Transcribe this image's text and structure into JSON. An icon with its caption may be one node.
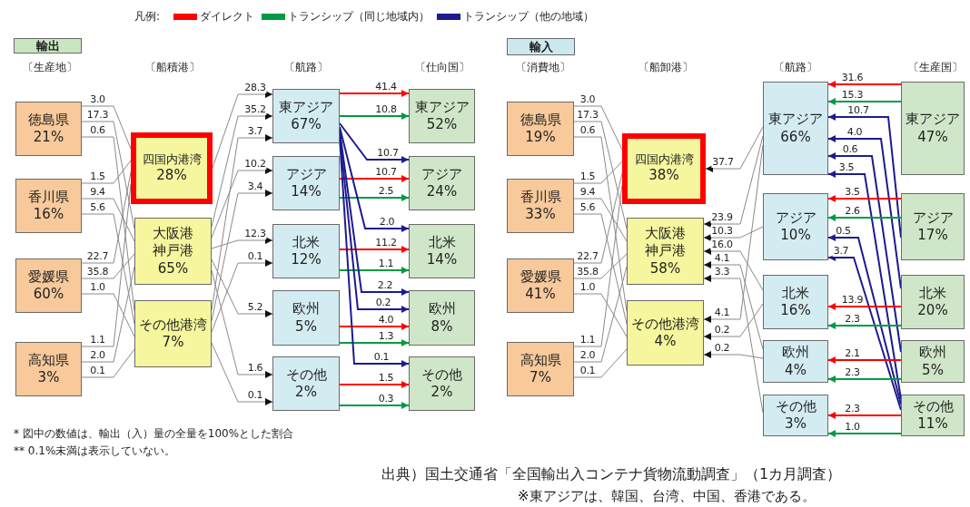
{
  "diagram": {
    "nodes": [
      {
        "text": [
          "輸出"
        ]
      },
      {
        "text": [
          "徳島県",
          "21%"
        ]
      },
      {
        "text": [
          "香川県",
          "16%"
        ]
      },
      {
        "text": [
          "愛媛県",
          "60%"
        ]
      },
      {
        "text": [
          "高知県",
          "3%"
        ]
      },
      {
        "text": [
          "四国内港湾",
          "28%"
        ]
      },
      {
        "text": [
          "大阪港",
          "神戸港",
          "65%"
        ]
      },
      {
        "text": [
          "その他港湾",
          "7%"
        ]
      },
      {
        "text": [
          "東アジア",
          "67%"
        ]
      },
      {
        "text": [
          "アジア",
          "14%"
        ]
      },
      {
        "text": [
          "北米",
          "12%"
        ]
      },
      {
        "text": [
          "欧州",
          "5%"
        ]
      },
      {
        "text": [
          "その他",
          "2%"
        ]
      },
      {
        "text": [
          "東アジア",
          "52%"
        ]
      },
      {
        "text": [
          "アジア",
          "24%"
        ]
      },
      {
        "text": [
          "北米",
          "14%"
        ]
      },
      {
        "text": [
          "欧州",
          "8%"
        ]
      },
      {
        "text": [
          "その他",
          "2%"
        ]
      },
      {
        "text": [
          "輸入"
        ]
      },
      {
        "text": [
          "徳島県",
          "19%"
        ]
      },
      {
        "text": [
          "香川県",
          "33%"
        ]
      },
      {
        "text": [
          "愛媛県",
          "41%"
        ]
      },
      {
        "text": [
          "高知県",
          "7%"
        ]
      },
      {
        "text": [
          "四国内港湾",
          "38%"
        ]
      },
      {
        "text": [
          "大阪港",
          "神戸港",
          "58%"
        ]
      },
      {
        "text": [
          "その他港湾",
          "4%"
        ]
      },
      {
        "text": [
          "東アジア",
          "66%"
        ]
      },
      {
        "text": [
          "アジア",
          "10%"
        ]
      },
      {
        "text": [
          "北米",
          "16%"
        ]
      },
      {
        "text": [
          "欧州",
          "4%"
        ]
      },
      {
        "text": [
          "その他",
          "3%"
        ]
      },
      {
        "text": [
          "東アジア",
          "47%"
        ]
      },
      {
        "text": [
          "アジア",
          "17%"
        ]
      },
      {
        "text": [
          "北米",
          "20%"
        ]
      },
      {
        "text": [
          "欧州",
          "5%"
        ]
      },
      {
        "text": [
          "その他",
          "11%"
        ]
      }
    ],
    "edges": [
      {
        "from": 1,
        "to": 5,
        "arrow": "none",
        "label": "3.0"
      },
      {
        "from": 1,
        "to": 6,
        "arrow": "none",
        "label": "17.3"
      },
      {
        "from": 1,
        "to": 7,
        "arrow": "none",
        "label": "0.6"
      },
      {
        "from": 2,
        "to": 5,
        "arrow": "none",
        "label": "1.5"
      },
      {
        "from": 2,
        "to": 6,
        "arrow": "none",
        "label": "9.4"
      },
      {
        "from": 2,
        "to": 7,
        "arrow": "none",
        "label": "5.6"
      },
      {
        "from": 3,
        "to": 5,
        "arrow": "none",
        "label": "22.7"
      },
      {
        "from": 3,
        "to": 6,
        "arrow": "none",
        "label": "35.8"
      },
      {
        "from": 3,
        "to": 7,
        "arrow": "none",
        "label": "1.0"
      },
      {
        "from": 4,
        "to": 5,
        "arrow": "none",
        "label": "1.1"
      },
      {
        "from": 4,
        "to": 6,
        "arrow": "none",
        "label": "2.0"
      },
      {
        "from": 4,
        "to": 7,
        "arrow": "none",
        "label": "0.1"
      },
      {
        "from": 5,
        "to": 8,
        "arrow": "to",
        "label": "28.3"
      },
      {
        "from": 6,
        "to": 8,
        "arrow": "to",
        "label": "35.2"
      },
      {
        "from": 7,
        "to": 8,
        "arrow": "to",
        "label": "3.7"
      },
      {
        "from": 6,
        "to": 9,
        "arrow": "to",
        "label": "10.2"
      },
      {
        "from": 7,
        "to": 9,
        "arrow": "to",
        "label": "3.4"
      },
      {
        "from": 6,
        "to": 10,
        "arrow": "to",
        "label": "12.3"
      },
      {
        "from": 7,
        "to": 10,
        "arrow": "to",
        "label": "0.1"
      },
      {
        "from": 6,
        "to": 11,
        "arrow": "to",
        "label": "5.2"
      },
      {
        "from": 6,
        "to": 12,
        "arrow": "to",
        "label": "1.6"
      },
      {
        "from": 7,
        "to": 12,
        "arrow": "to",
        "label": "0.1"
      },
      {
        "from": 8,
        "to": 13,
        "arrow": "to",
        "label": "41.4",
        "color": "#ff0000"
      },
      {
        "from": 8,
        "to": 13,
        "arrow": "to",
        "label": "10.8",
        "color": "#009a44"
      },
      {
        "from": 8,
        "to": 14,
        "arrow": "to",
        "label": "10.7",
        "color": "#1c1c8f"
      },
      {
        "from": 9,
        "to": 14,
        "arrow": "to",
        "label": "10.7",
        "color": "#ff0000"
      },
      {
        "from": 9,
        "to": 14,
        "arrow": "to",
        "label": "2.5",
        "color": "#009a44"
      },
      {
        "from": 8,
        "to": 15,
        "arrow": "to",
        "label": "2.0",
        "color": "#1c1c8f"
      },
      {
        "from": 10,
        "to": 15,
        "arrow": "to",
        "label": "11.2",
        "color": "#ff0000"
      },
      {
        "from": 10,
        "to": 15,
        "arrow": "to",
        "label": "1.1",
        "color": "#009a44"
      },
      {
        "from": 8,
        "to": 16,
        "arrow": "to",
        "label": "2.2",
        "color": "#1c1c8f"
      },
      {
        "from": 8,
        "to": 16,
        "arrow": "to",
        "label": "0.2",
        "color": "#1c1c8f"
      },
      {
        "from": 11,
        "to": 16,
        "arrow": "to",
        "label": "4.0",
        "color": "#ff0000"
      },
      {
        "from": 11,
        "to": 16,
        "arrow": "to",
        "label": "1.3",
        "color": "#009a44"
      },
      {
        "from": 8,
        "to": 17,
        "arrow": "to",
        "label": "0.1",
        "color": "#1c1c8f"
      },
      {
        "from": 12,
        "to": 17,
        "arrow": "to",
        "label": "1.5",
        "color": "#ff0000"
      },
      {
        "from": 12,
        "to": 17,
        "arrow": "to",
        "label": "0.3",
        "color": "#009a44"
      },
      {
        "from": 19,
        "to": 23,
        "arrow": "none",
        "label": "3.0"
      },
      {
        "from": 19,
        "to": 24,
        "arrow": "none",
        "label": "17.3"
      },
      {
        "from": 19,
        "to": 25,
        "arrow": "none",
        "label": "0.6"
      },
      {
        "from": 20,
        "to": 23,
        "arrow": "none",
        "label": "1.5"
      },
      {
        "from": 20,
        "to": 24,
        "arrow": "none",
        "label": "9.4"
      },
      {
        "from": 20,
        "to": 25,
        "arrow": "none",
        "label": "5.6"
      },
      {
        "from": 21,
        "to": 23,
        "arrow": "none",
        "label": "22.7"
      },
      {
        "from": 21,
        "to": 24,
        "arrow": "none",
        "label": "35.8"
      },
      {
        "from": 21,
        "to": 25,
        "arrow": "none",
        "label": "1.0"
      },
      {
        "from": 22,
        "to": 23,
        "arrow": "none",
        "label": "1.1"
      },
      {
        "from": 22,
        "to": 24,
        "arrow": "none",
        "label": "2.0"
      },
      {
        "from": 22,
        "to": 25,
        "arrow": "none",
        "label": "0.1"
      },
      {
        "from": 26,
        "to": 23,
        "arrow": "to",
        "label": "37.7"
      },
      {
        "from": 26,
        "to": 24,
        "arrow": "to",
        "label": "23.9"
      },
      {
        "from": 27,
        "to": 24,
        "arrow": "to",
        "label": "10.3"
      },
      {
        "from": 28,
        "to": 24,
        "arrow": "to",
        "label": "16.0"
      },
      {
        "from": 29,
        "to": 24,
        "arrow": "to",
        "label": "4.1"
      },
      {
        "from": 30,
        "to": 24,
        "arrow": "to",
        "label": "3.3"
      },
      {
        "from": 26,
        "to": 25,
        "arrow": "to",
        "label": "4.1"
      },
      {
        "from": 28,
        "to": 25,
        "arrow": "to",
        "label": "0.2"
      },
      {
        "from": 29,
        "to": 25,
        "arrow": "to",
        "label": "0.2"
      },
      {
        "from": 31,
        "to": 26,
        "arrow": "to",
        "label": "31.6",
        "color": "#ff0000"
      },
      {
        "from": 31,
        "to": 26,
        "arrow": "to",
        "label": "15.3",
        "color": "#009a44"
      },
      {
        "from": 32,
        "to": 26,
        "arrow": "to",
        "label": "10.7",
        "color": "#1c1c8f"
      },
      {
        "from": 33,
        "to": 26,
        "arrow": "to",
        "label": "4.0",
        "color": "#1c1c8f"
      },
      {
        "from": 34,
        "to": 26,
        "arrow": "to",
        "label": "0.6",
        "color": "#1c1c8f"
      },
      {
        "from": 35,
        "to": 26,
        "arrow": "to",
        "label": "3.5",
        "color": "#1c1c8f"
      },
      {
        "from": 32,
        "to": 27,
        "arrow": "to",
        "label": "3.5",
        "color": "#ff0000"
      },
      {
        "from": 32,
        "to": 27,
        "arrow": "to",
        "label": "2.6",
        "color": "#009a44"
      },
      {
        "from": 35,
        "to": 27,
        "arrow": "to",
        "label": "0.5",
        "color": "#1c1c8f"
      },
      {
        "from": 35,
        "to": 27,
        "arrow": "to",
        "label": "3.7",
        "color": "#1c1c8f"
      },
      {
        "from": 33,
        "to": 28,
        "arrow": "to",
        "label": "13.9",
        "color": "#ff0000"
      },
      {
        "from": 33,
        "to": 28,
        "arrow": "to",
        "label": "2.3",
        "color": "#009a44"
      },
      {
        "from": 34,
        "to": 29,
        "arrow": "to",
        "label": "2.1",
        "color": "#ff0000"
      },
      {
        "from": 34,
        "to": 29,
        "arrow": "to",
        "label": "2.3",
        "color": "#009a44"
      },
      {
        "from": 35,
        "to": 30,
        "arrow": "to",
        "label": "2.3",
        "color": "#ff0000"
      },
      {
        "from": 35,
        "to": 30,
        "arrow": "to",
        "label": "1.0",
        "color": "#009a44"
      }
    ],
    "labels": [
      "凡例:",
      "〔生産地〕",
      "〔船積港〕",
      "〔航路〕",
      "〔仕向国〕",
      "〔消費地〕",
      "〔船卸港〕",
      "〔航路〕",
      "〔生産国〕",
      "* 図中の数値は、輸出（入）量の全量を100%とした割合",
      "** 0.1%未満は表示していない。",
      "出典）国土交通省「全国輸出入コンテナ貨物流動調査」（1カ月調査）",
      "※東アジアは、韓国、台湾、中国、香港である。"
    ],
    "legend": [
      {
        "text": "ダイレクト",
        "color": "#ff0000"
      },
      {
        "text": "トランシップ（同じ地域内）",
        "color": "#009a44"
      },
      {
        "text": "トランシップ（他の地域）",
        "color": "#1c1c8f"
      }
    ]
  }
}
